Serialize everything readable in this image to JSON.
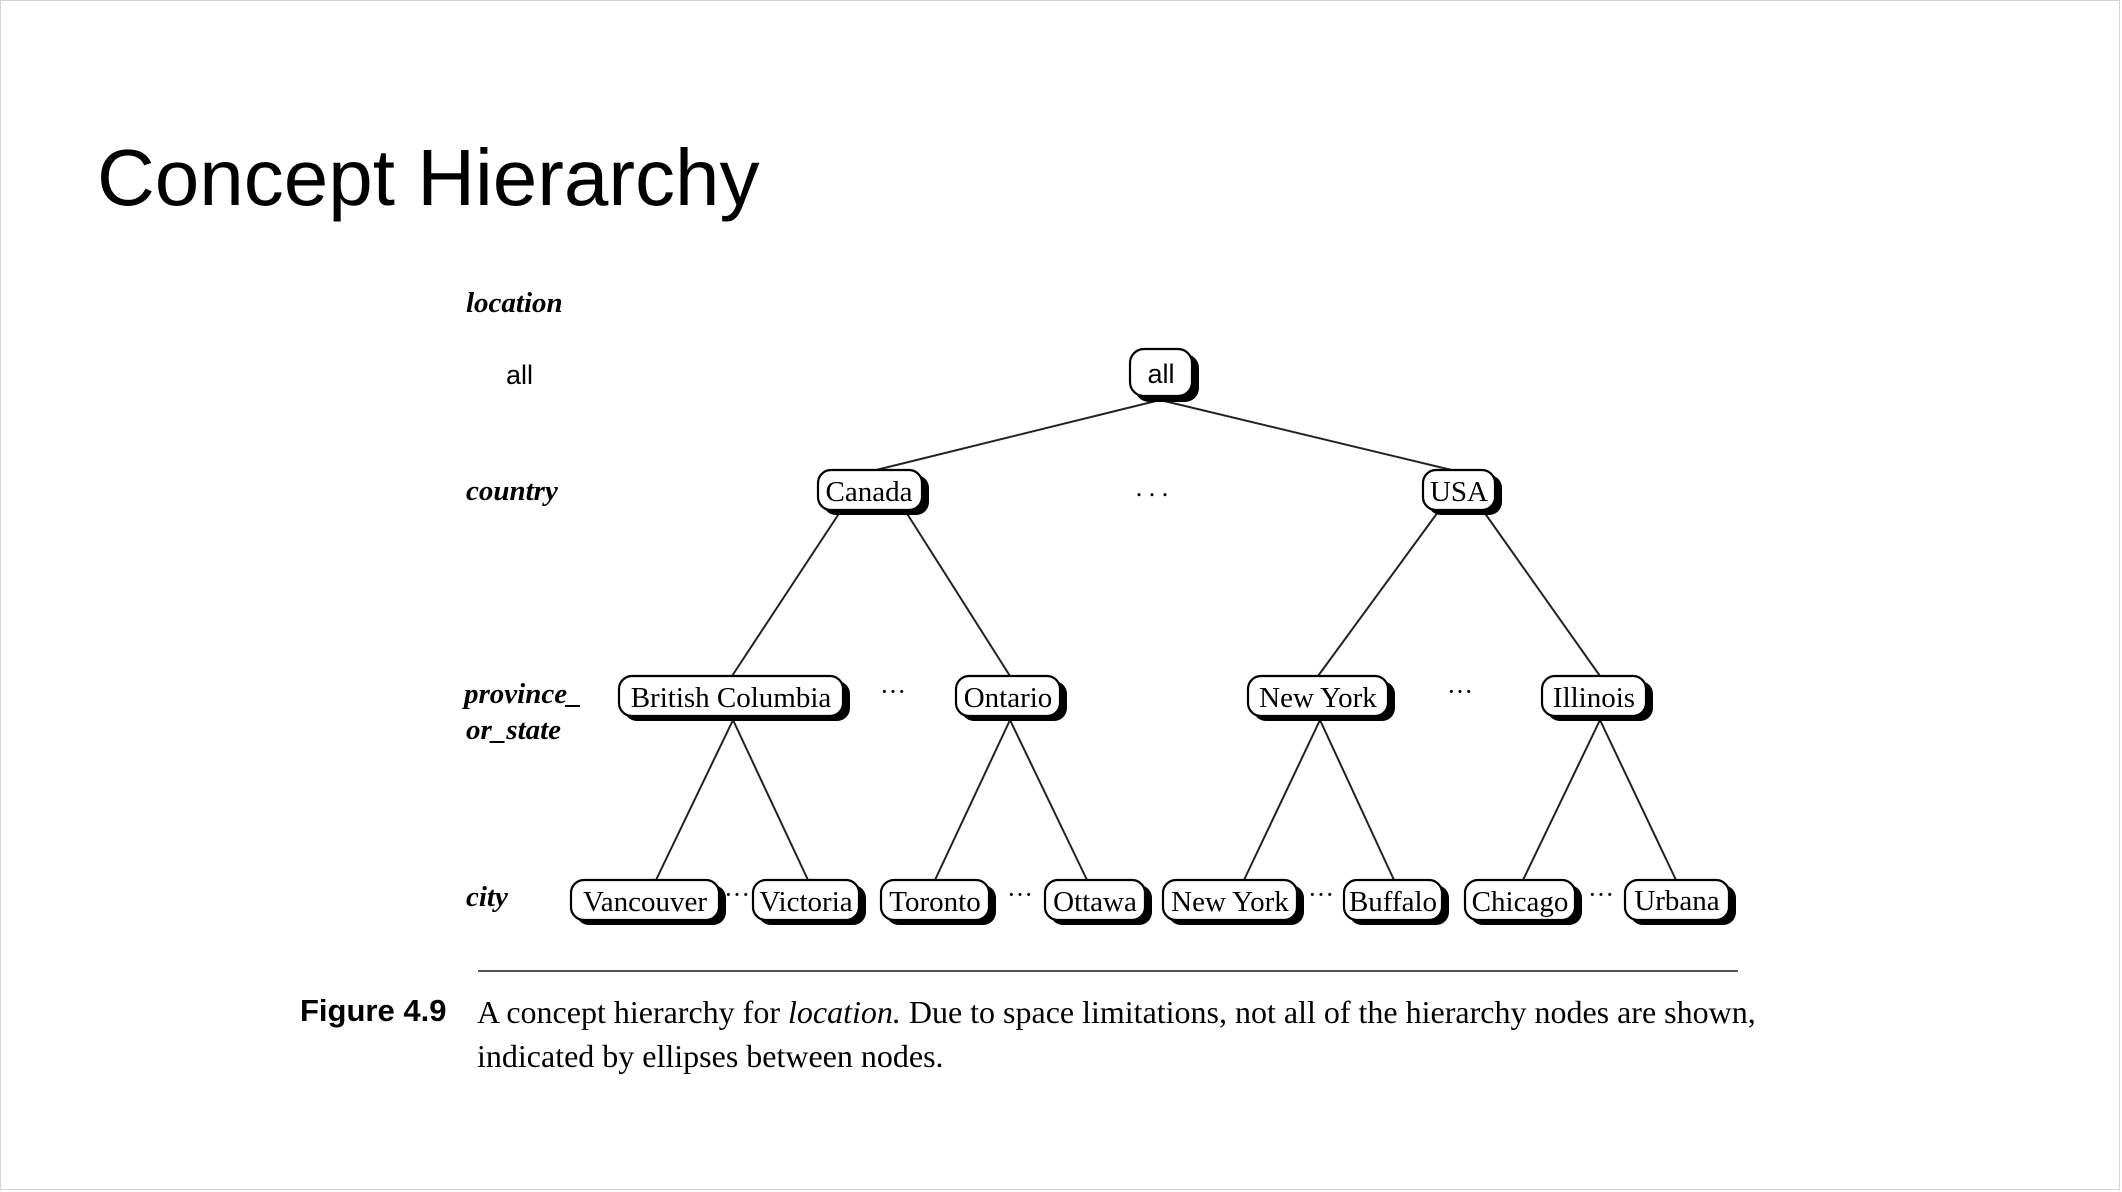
{
  "slide": {
    "title": "Concept Hierarchy"
  },
  "levels": {
    "header": "location",
    "all": "all",
    "country": "country",
    "province_line1": "province_",
    "province_line2": "or_state",
    "city": "city"
  },
  "nodes": {
    "all": "all",
    "canada": "Canada",
    "usa": "USA",
    "british_columbia": "British Columbia",
    "ontario": "Ontario",
    "new_york_state": "New York",
    "illinois": "Illinois",
    "vancouver": "Vancouver",
    "victoria": "Victoria",
    "toronto": "Toronto",
    "ottawa": "Ottawa",
    "new_york_city": "New York",
    "buffalo": "Buffalo",
    "chicago": "Chicago",
    "urbana": "Urbana"
  },
  "ellipses": {
    "country": ". . .",
    "province": "···",
    "city": "···"
  },
  "caption": {
    "label": "Figure 4.9",
    "text_before": "A concept hierarchy for ",
    "text_emph": "location.",
    "text_after": " Due to space limitations, not all of the hierarchy nodes are shown, indicated by ellipses between nodes."
  }
}
